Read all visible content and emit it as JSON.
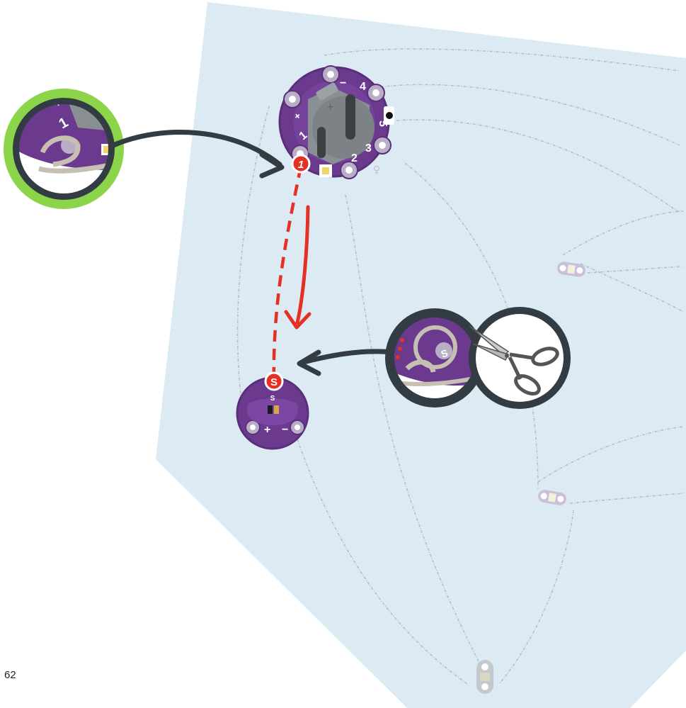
{
  "page": {
    "number": "62"
  },
  "main_board": {
    "pin_labels": [
      "+",
      "−",
      "4",
      "5",
      "1",
      "2",
      "3"
    ],
    "marker": "1"
  },
  "sensor_board": {
    "pin_labels": [
      "S",
      "+",
      "−"
    ],
    "marker": "S"
  },
  "zoom_detail": {
    "pin_labels": [
      "+",
      "1"
    ]
  },
  "colors": {
    "fabric": "#dcebf3",
    "board_purple": "#6b3a8f",
    "board_dark": "#3e1d5a",
    "guide_arrow": "#333b43",
    "stitch_red": "#e53026",
    "zoom_ring": "#8cd44a",
    "thread": "#b9bdbf"
  }
}
